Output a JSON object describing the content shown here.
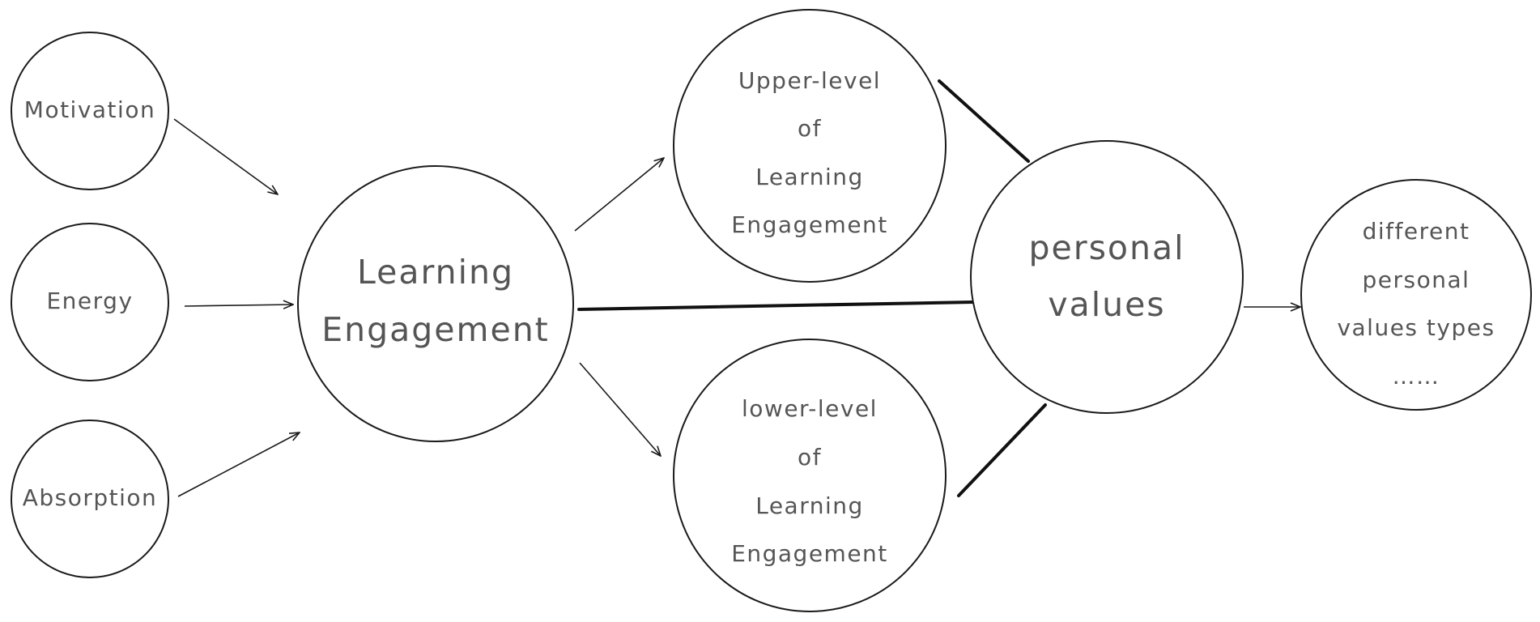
{
  "nodes": {
    "motivation": {
      "lines": [
        "Motivation"
      ]
    },
    "energy": {
      "lines": [
        "Energy"
      ]
    },
    "absorption": {
      "lines": [
        "Absorption"
      ]
    },
    "learning_engagement": {
      "lines": [
        "Learning",
        "Engagement"
      ]
    },
    "upper_level": {
      "lines": [
        "Upper-level",
        "of",
        "Learning",
        "Engagement"
      ]
    },
    "lower_level": {
      "lines": [
        "lower-level",
        "of",
        "Learning",
        "Engagement"
      ]
    },
    "personal_values": {
      "lines": [
        "personal",
        "values"
      ]
    },
    "value_types": {
      "lines": [
        "different",
        "personal",
        "values types",
        "……"
      ]
    }
  },
  "colors": {
    "stroke": "#1a1a1a",
    "text": "#555555",
    "background": "#ffffff"
  }
}
